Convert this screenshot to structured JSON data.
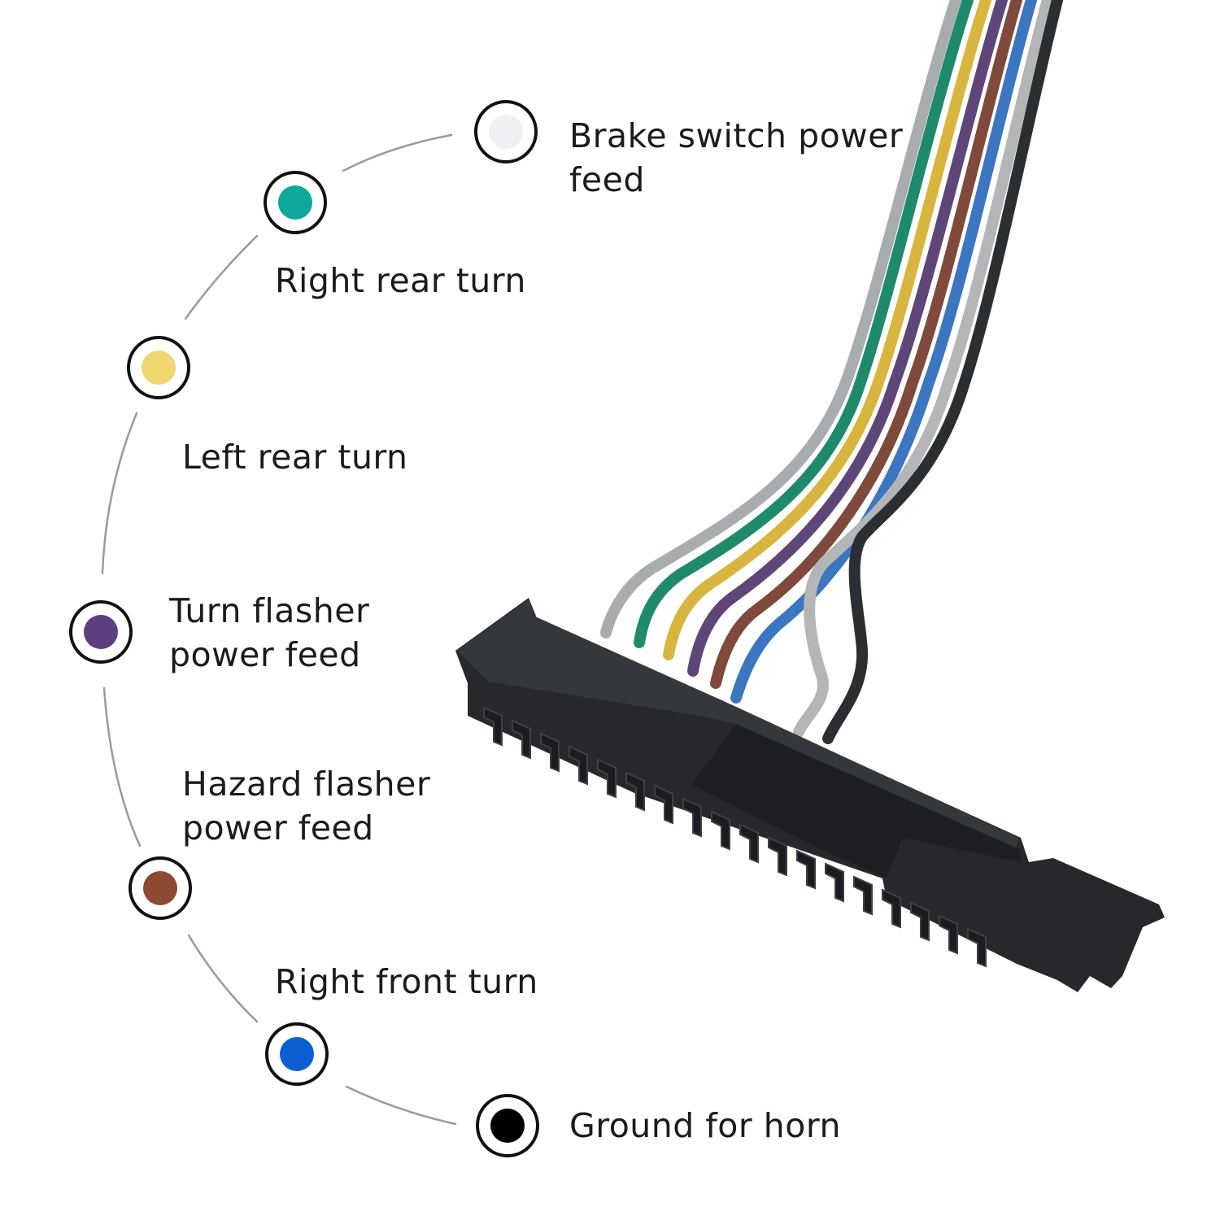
{
  "legend": [
    {
      "label": "Brake switch power",
      "label2": "feed",
      "color": "#f0f0f4",
      "icon": "white-wire-swatch"
    },
    {
      "label": "Right rear turn",
      "label2": "",
      "color": "#0ea79b",
      "icon": "teal-wire-swatch"
    },
    {
      "label": "Left rear turn",
      "label2": "",
      "color": "#f2d670",
      "icon": "yellow-wire-swatch"
    },
    {
      "label": "Turn flasher",
      "label2": "power feed",
      "color": "#5b3f7e",
      "icon": "purple-wire-swatch"
    },
    {
      "label": "Hazard flasher",
      "label2": "power feed",
      "color": "#8c4a33",
      "icon": "brown-wire-swatch"
    },
    {
      "label": "Right front turn",
      "label2": "",
      "color": "#0a5fd1",
      "icon": "blue-wire-swatch"
    },
    {
      "label": "Ground for horn",
      "label2": "",
      "color": "#000000",
      "icon": "black-wire-swatch"
    }
  ],
  "wires": [
    {
      "name": "gray",
      "color": "#a9acaf"
    },
    {
      "name": "green",
      "color": "#1f8a6b"
    },
    {
      "name": "yellow",
      "color": "#d8b53e"
    },
    {
      "name": "purple",
      "color": "#5e4679"
    },
    {
      "name": "brown",
      "color": "#7f4a3c"
    },
    {
      "name": "blue",
      "color": "#3c75c0"
    },
    {
      "name": "light-gray",
      "color": "#b3b5b7"
    },
    {
      "name": "black",
      "color": "#2b2e32"
    }
  ]
}
